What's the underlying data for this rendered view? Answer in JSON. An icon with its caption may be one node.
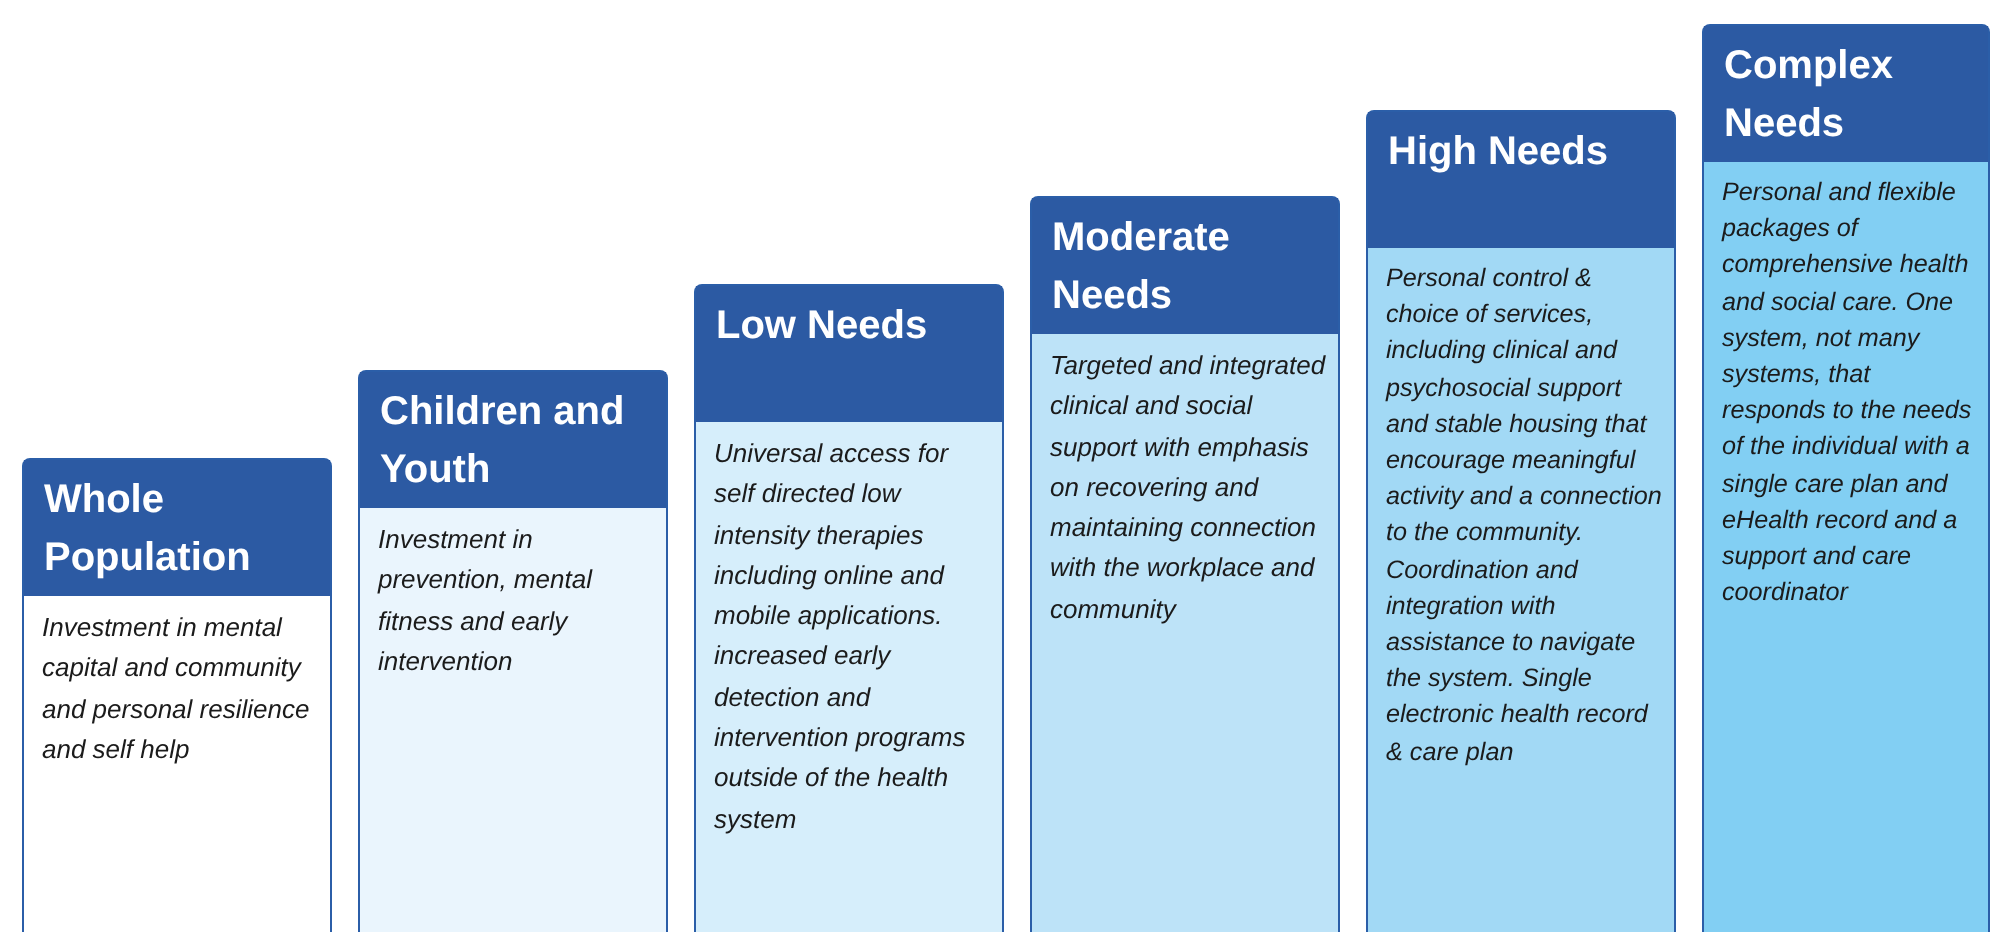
{
  "diagram": {
    "nodes": [
      {
        "text": [
          "Whole Population",
          "Investment in mental capital and community and personal resilience and self help"
        ]
      },
      {
        "text": [
          "Children and Youth",
          "Investment in prevention, mental fitness and early intervention"
        ]
      },
      {
        "text": [
          "Low Needs",
          "Universal access for self directed low intensity therapies including online and mobile applications. increased early detection and intervention programs outside of the health system"
        ]
      },
      {
        "text": [
          "Moderate Needs",
          "Targeted and integrated clinical and social support with emphasis on recovering and maintaining connection with the workplace and community"
        ]
      },
      {
        "text": [
          "High Needs",
          "Personal control & choice of services, including clinical and psychosocial support and stable housing that encourage meaningful activity and a connection to the community. Coordination and integration with assistance to navigate the system.  Single electronic health record & care plan"
        ]
      },
      {
        "text": [
          "Complex Needs",
          "Personal and flexible packages of comprehensive health and social care.  One system, not many systems, that responds to the needs of the individual with a single care plan and eHealth record and a support and care coordinator"
        ]
      }
    ]
  }
}
